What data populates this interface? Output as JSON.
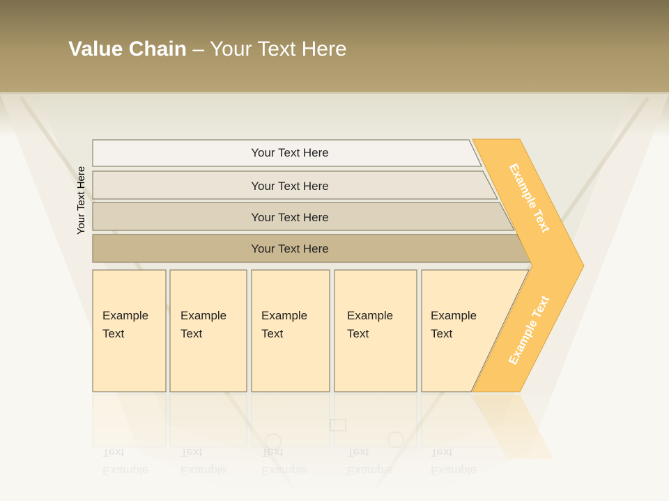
{
  "slide": {
    "title_bold": "Value Chain",
    "title_dash": " – ",
    "title_rest": "Your Text Here",
    "vertical_label": "Your Text Here"
  },
  "support_rows": [
    {
      "label": "Your Text Here",
      "fill": "#f5f2ed"
    },
    {
      "label": "Your Text Here",
      "fill": "#ebe4d6"
    },
    {
      "label": "Your Text Here",
      "fill": "#ddd3bd"
    },
    {
      "label": "Your Text Here",
      "fill": "#c9b892"
    }
  ],
  "primary_boxes": [
    {
      "line1": "Example",
      "line2": "Text"
    },
    {
      "line1": "Example",
      "line2": "Text"
    },
    {
      "line1": "Example",
      "line2": "Text"
    },
    {
      "line1": "Example",
      "line2": "Text"
    },
    {
      "line1": "Example",
      "line2": "Text"
    }
  ],
  "arrow": {
    "upper_label": "Example Text",
    "lower_label": "Example Text",
    "fill": "#fcc766"
  },
  "colors": {
    "header": "#a89464",
    "box_fill": "#ffe9c0",
    "outline": "#7a7058"
  }
}
